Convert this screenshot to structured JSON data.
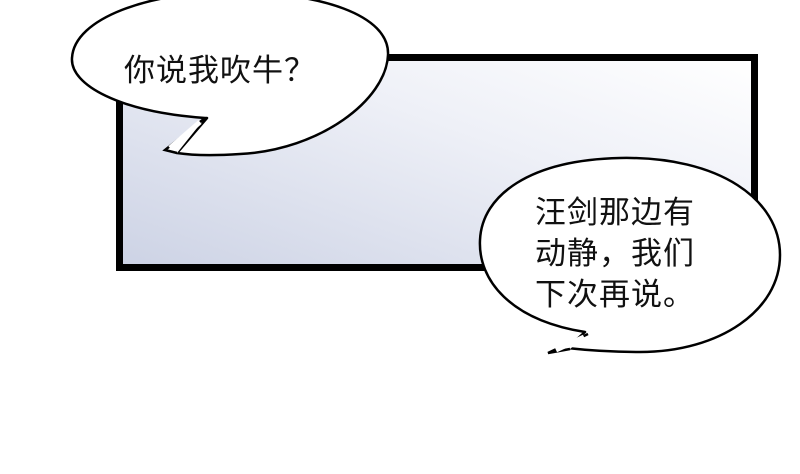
{
  "panel": {
    "border_color": "#000000",
    "gradient_top": "#ffffff",
    "gradient_bottom": "#cdd3e5"
  },
  "bubbles": [
    {
      "id": "bubble-1",
      "lines": [
        "你说我吹牛？"
      ]
    },
    {
      "id": "bubble-2",
      "lines": [
        "汪剑那边有",
        "动静，我们",
        "下次再说。"
      ]
    }
  ]
}
